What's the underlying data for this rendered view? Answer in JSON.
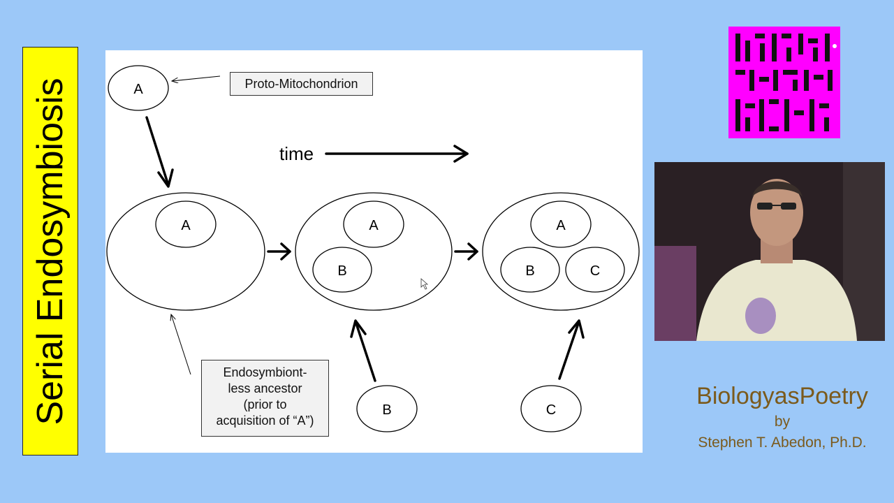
{
  "title": "Serial Endosymbiosis",
  "diagram": {
    "time_label": "time",
    "label_proto": "Proto-Mitochondrion",
    "label_ancestor_lines": [
      "Endosymbiont-",
      "less ancestor",
      "(prior to",
      "acquisition of “A”)"
    ],
    "organelle_a": "A",
    "organelle_b": "B",
    "organelle_c": "C"
  },
  "logo": {
    "text": "BIOLOGY AS POETRY",
    "colors": {
      "magenta": "#ff00ff",
      "dark": "#111111"
    }
  },
  "credits": {
    "brand": "BiologyasPoetry",
    "by": "by",
    "author": "Stephen T. Abedon, Ph.D."
  },
  "colors": {
    "background": "#9cc8f8",
    "banner": "#ffff00",
    "credit_text": "#7b5a1c"
  }
}
